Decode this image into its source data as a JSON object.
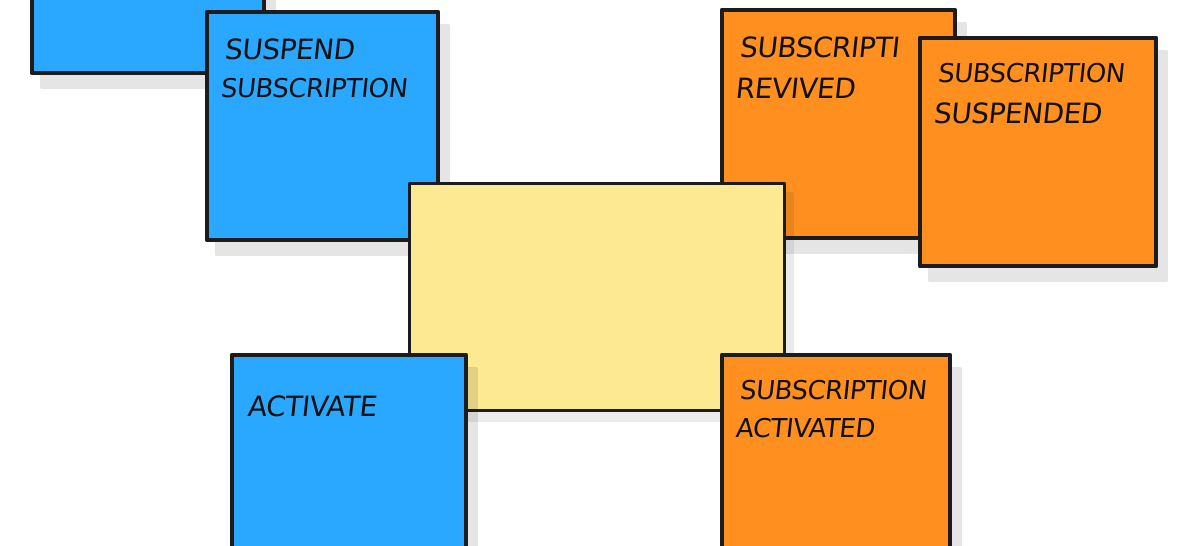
{
  "colors": {
    "command": "#2aa8ff",
    "event": "#ff8f1f",
    "aggregate": "#fde992",
    "ink": "#1c1c1c"
  },
  "notes": {
    "partial_top_left": {
      "lines": []
    },
    "suspend_subscription": {
      "lines": [
        "SUSPEND",
        "SUBSCRIPTION"
      ]
    },
    "subscription_revived": {
      "lines": [
        "SUBSCRIPTI",
        "REVIVED"
      ]
    },
    "subscription_suspended": {
      "lines": [
        "SUBSCRIPTION",
        "SUSPENDED"
      ]
    },
    "aggregate": {
      "lines": []
    },
    "activate": {
      "lines": [
        "ACTIVATE"
      ]
    },
    "subscription_activated": {
      "lines": [
        "SUBSCRIPTION",
        "ACTIVATED"
      ]
    }
  }
}
